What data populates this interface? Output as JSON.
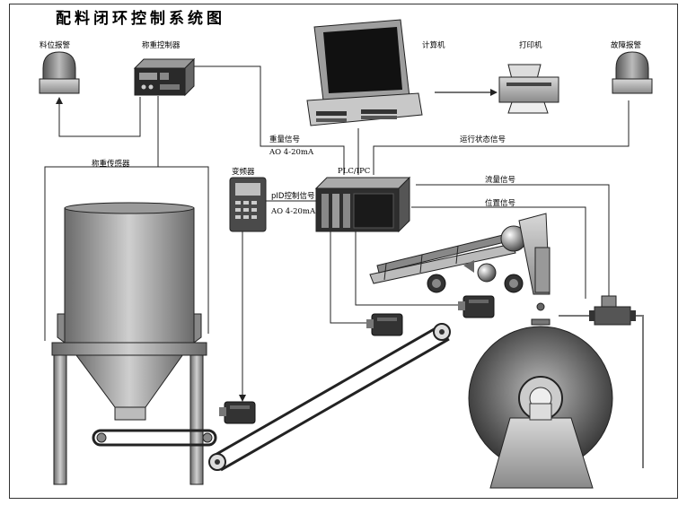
{
  "title": "配料闭环控制系统图",
  "labels": {
    "level_alarm": "料位报警",
    "weighing_controller": "称重控制器",
    "computer": "计算机",
    "printer": "打印机",
    "fault_alarm": "故障报警",
    "weight_signal": "重量信号",
    "weight_ao": "AO 4-20mA",
    "run_status_signal": "运行状态信号",
    "plc": "PLC/IPC",
    "load_cell": "称重传感器",
    "inverter": "变频器",
    "flow_signal": "流量信号",
    "pid_signal": "pID控制信号",
    "pid_ao": "AO 4-20mA",
    "position_signal": "位置信号"
  }
}
